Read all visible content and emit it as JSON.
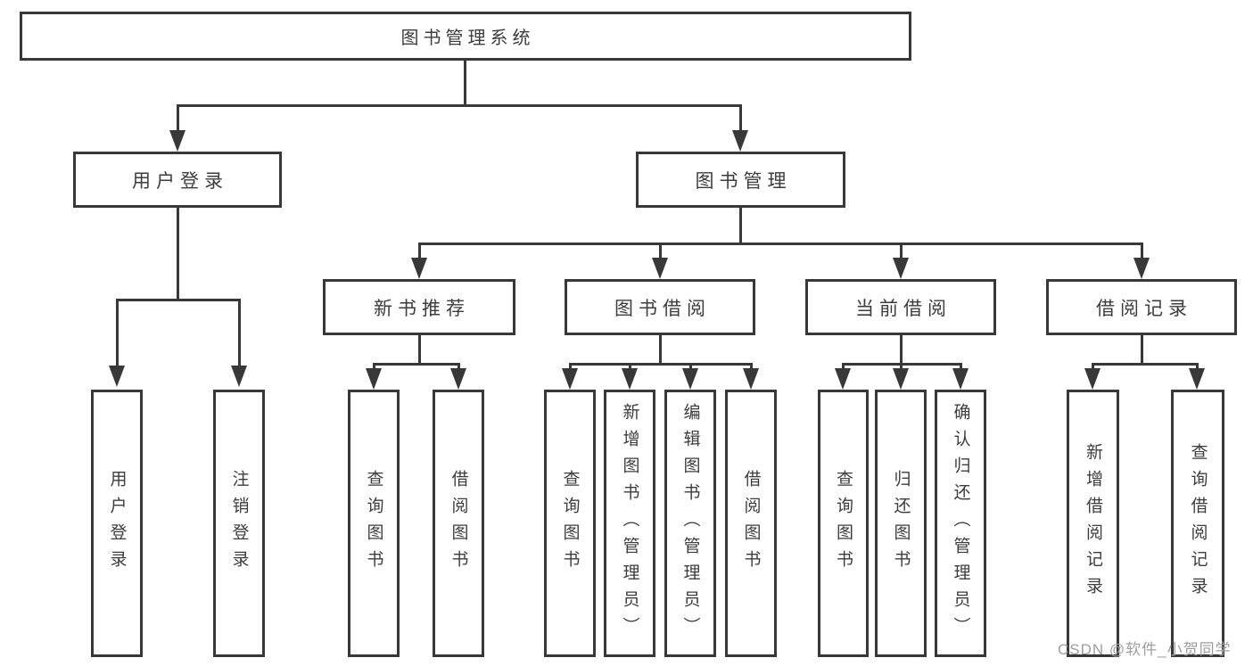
{
  "diagram": {
    "root": "图书管理系统",
    "children": [
      {
        "label": "用户登录",
        "children": [
          {
            "label": "用户登录"
          },
          {
            "label": "注销登录"
          }
        ]
      },
      {
        "label": "图书管理",
        "children": [
          {
            "label": "新书推荐",
            "children": [
              {
                "label": "查询图书"
              },
              {
                "label": "借阅图书"
              }
            ]
          },
          {
            "label": "图书借阅",
            "children": [
              {
                "label": "查询图书"
              },
              {
                "label": "新增图书（管理员）"
              },
              {
                "label": "编辑图书（管理员）"
              },
              {
                "label": "借阅图书"
              }
            ]
          },
          {
            "label": "当前借阅",
            "children": [
              {
                "label": "查询图书"
              },
              {
                "label": "归还图书"
              },
              {
                "label": "确认归还（管理员）"
              }
            ]
          },
          {
            "label": "借阅记录",
            "children": [
              {
                "label": "新增借阅记录"
              },
              {
                "label": "查询借阅记录"
              }
            ]
          }
        ]
      }
    ]
  },
  "watermark": {
    "text": "CSDN @软件_小贺同学"
  },
  "colors": {
    "line": "#383838",
    "text": "#3d3d3d",
    "watermark": "#9e9e9e",
    "background": "#ffffff"
  }
}
